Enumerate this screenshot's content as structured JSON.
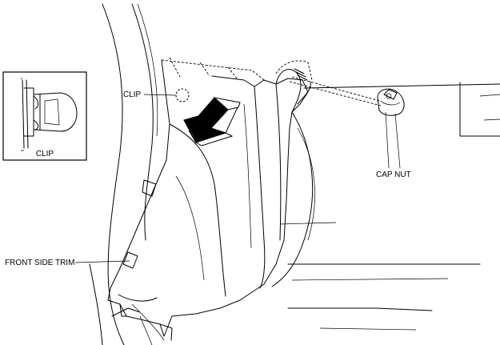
{
  "labels": {
    "clip_inset": "CLIP",
    "clip_callout": "CLIP",
    "cap_nut": "CAP NUT",
    "front_side_trim": "FRONT SIDE TRIM"
  }
}
